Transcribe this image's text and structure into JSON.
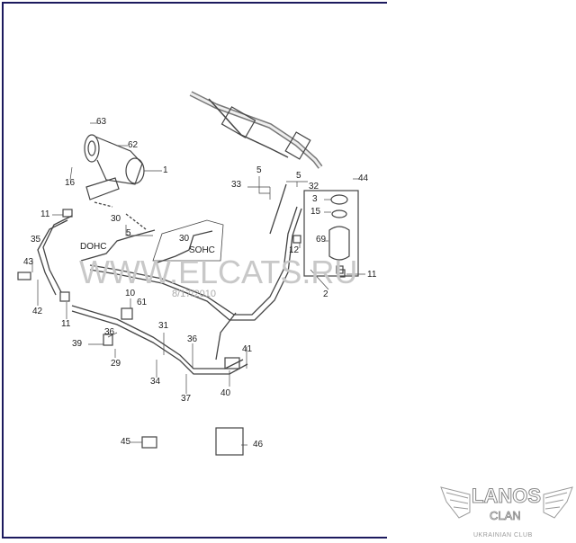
{
  "watermark": "WWW.ELCATS.RU",
  "date": "8/17/2010",
  "logo": {
    "title": "LANOS",
    "subtitle": "CLAN",
    "tagline": "UKRAINIAN CLUB"
  },
  "callouts": {
    "c63": "63",
    "c62": "62",
    "c1": "1",
    "c16": "16",
    "c11a": "11",
    "c30a": "30",
    "c5a": "5",
    "c35": "35",
    "dohc": "DOHC",
    "c30b": "30",
    "sohc": "SOHC",
    "c43": "43",
    "c42": "42",
    "c11b": "11",
    "c10": "10",
    "c61": "61",
    "c31": "31",
    "c36a": "36",
    "c39": "39",
    "c29": "29",
    "c34": "34",
    "c36b": "36",
    "c37": "37",
    "c41": "41",
    "c40": "40",
    "c45": "45",
    "c46": "46",
    "c44": "44",
    "c5b": "5",
    "c5c": "5",
    "c32": "32",
    "c33": "33",
    "c3": "3",
    "c15": "15",
    "c69": "69",
    "c12": "12",
    "c11c": "11",
    "c2": "2"
  },
  "colors": {
    "frame": "#1c1a5e",
    "line": "#333333",
    "watermark": "#c8c8c8"
  }
}
